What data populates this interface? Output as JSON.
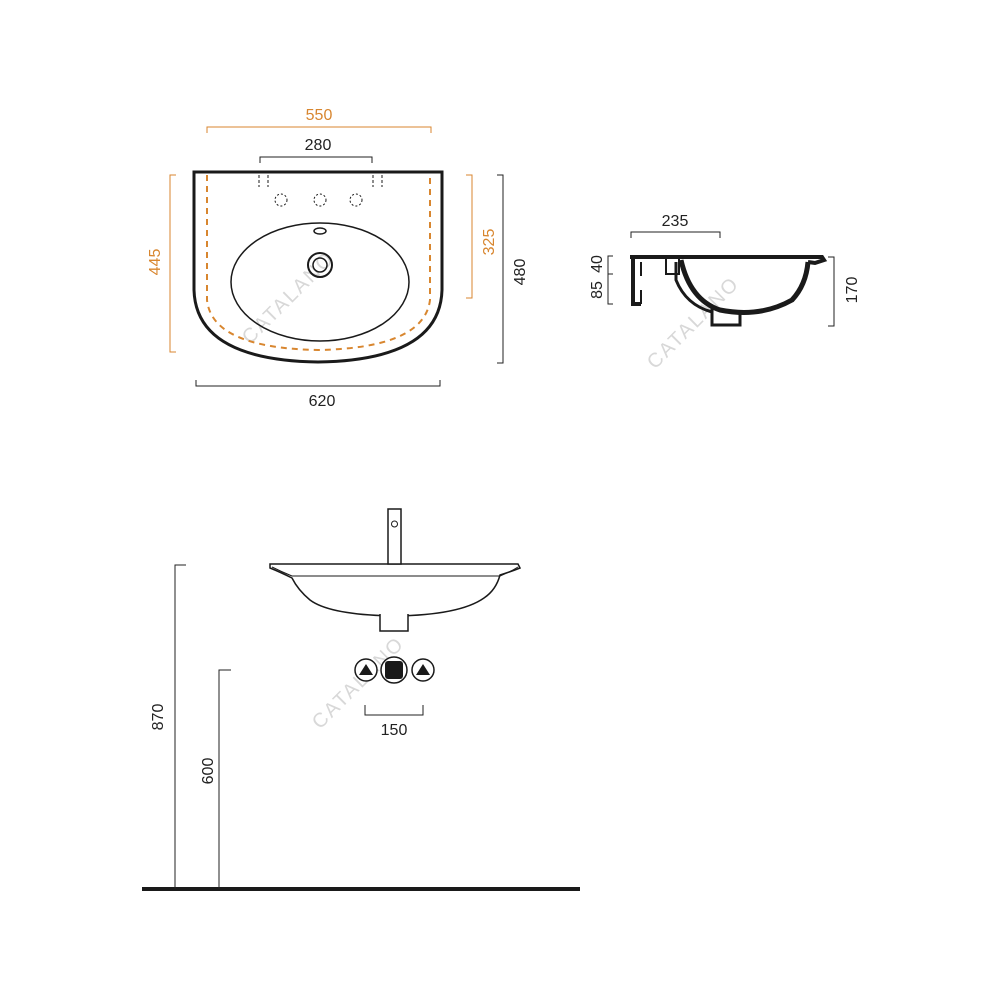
{
  "watermark": "CATALANO",
  "colors": {
    "outline": "#1a1a1a",
    "dimension": "#222222",
    "orange_dimension": "#d8862f",
    "watermark": "#d8d8d8"
  },
  "top_view": {
    "dims": {
      "overall_width": "620",
      "inner_width": "550",
      "tap_holes_spacing": "280",
      "inner_depth": "445",
      "bowl_offset": "325",
      "overall_depth": "480"
    }
  },
  "side_section": {
    "dims": {
      "bowl_setback": "235",
      "rim_height": "40",
      "back_height": "85",
      "total_height": "170"
    }
  },
  "front_view": {
    "dims": {
      "rim_height_from_floor": "870",
      "valve_height_from_floor": "600",
      "valve_spacing": "150"
    }
  }
}
